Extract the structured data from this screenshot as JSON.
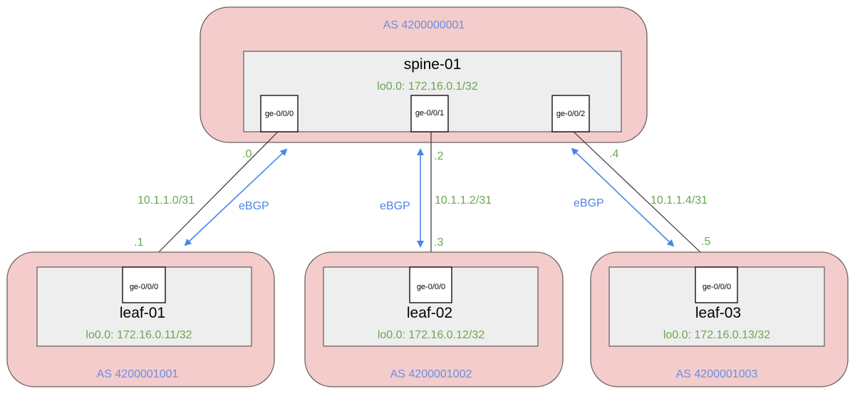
{
  "colors": {
    "as_fill": "#f4cccc",
    "device_fill": "#eeeeee",
    "as_label": "#6d8ee0",
    "ip_label": "#6aa84f",
    "bgp_arrow": "#4a86e8"
  },
  "spine": {
    "as_label": "AS 4200000001",
    "name": "spine-01",
    "loopback": "lo0.0: 172.16.0.1/32",
    "ports": [
      "ge-0/0/0",
      "ge-0/0/1",
      "ge-0/0/2"
    ]
  },
  "leaves": [
    {
      "as_label": "AS 4200001001",
      "name": "leaf-01",
      "loopback": "lo0.0: 172.16.0.11/32",
      "port": "ge-0/0/0"
    },
    {
      "as_label": "AS 4200001002",
      "name": "leaf-02",
      "loopback": "lo0.0: 172.16.0.12/32",
      "port": "ge-0/0/0"
    },
    {
      "as_label": "AS 4200001003",
      "name": "leaf-03",
      "loopback": "lo0.0: 172.16.0.13/32",
      "port": "ge-0/0/0"
    }
  ],
  "links": [
    {
      "subnet": "10.1.1.0/31",
      "spine_ip": ".0",
      "leaf_ip": ".1",
      "session": "eBGP"
    },
    {
      "subnet": "10.1.1.2/31",
      "spine_ip": ".2",
      "leaf_ip": ".3",
      "session": "eBGP"
    },
    {
      "subnet": "10.1.1.4/31",
      "spine_ip": ".4",
      "leaf_ip": ".5",
      "session": "eBGP"
    }
  ]
}
